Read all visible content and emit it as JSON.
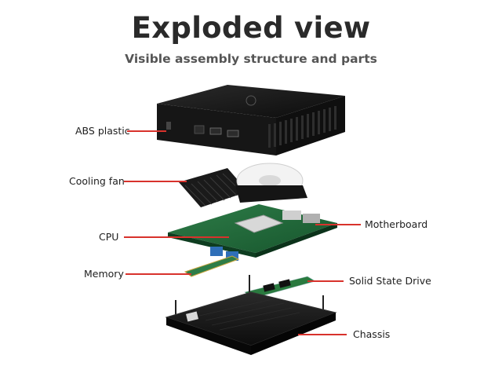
{
  "title": "Exploded view",
  "subtitle": "Visible assembly structure and parts",
  "labels": {
    "abs_plastic": "ABS plastic",
    "cooling_fan": "Cooling fan",
    "cpu": "CPU",
    "memory": "Memory",
    "motherboard": "Motherboard",
    "ssd": "Solid State Drive",
    "chassis": "Chassis"
  },
  "colors": {
    "leader_line": "#d8322c",
    "case": "#141414",
    "pcb": "#1f6b3a",
    "heatsink": "#111111",
    "fan": "#f2f2f2"
  }
}
